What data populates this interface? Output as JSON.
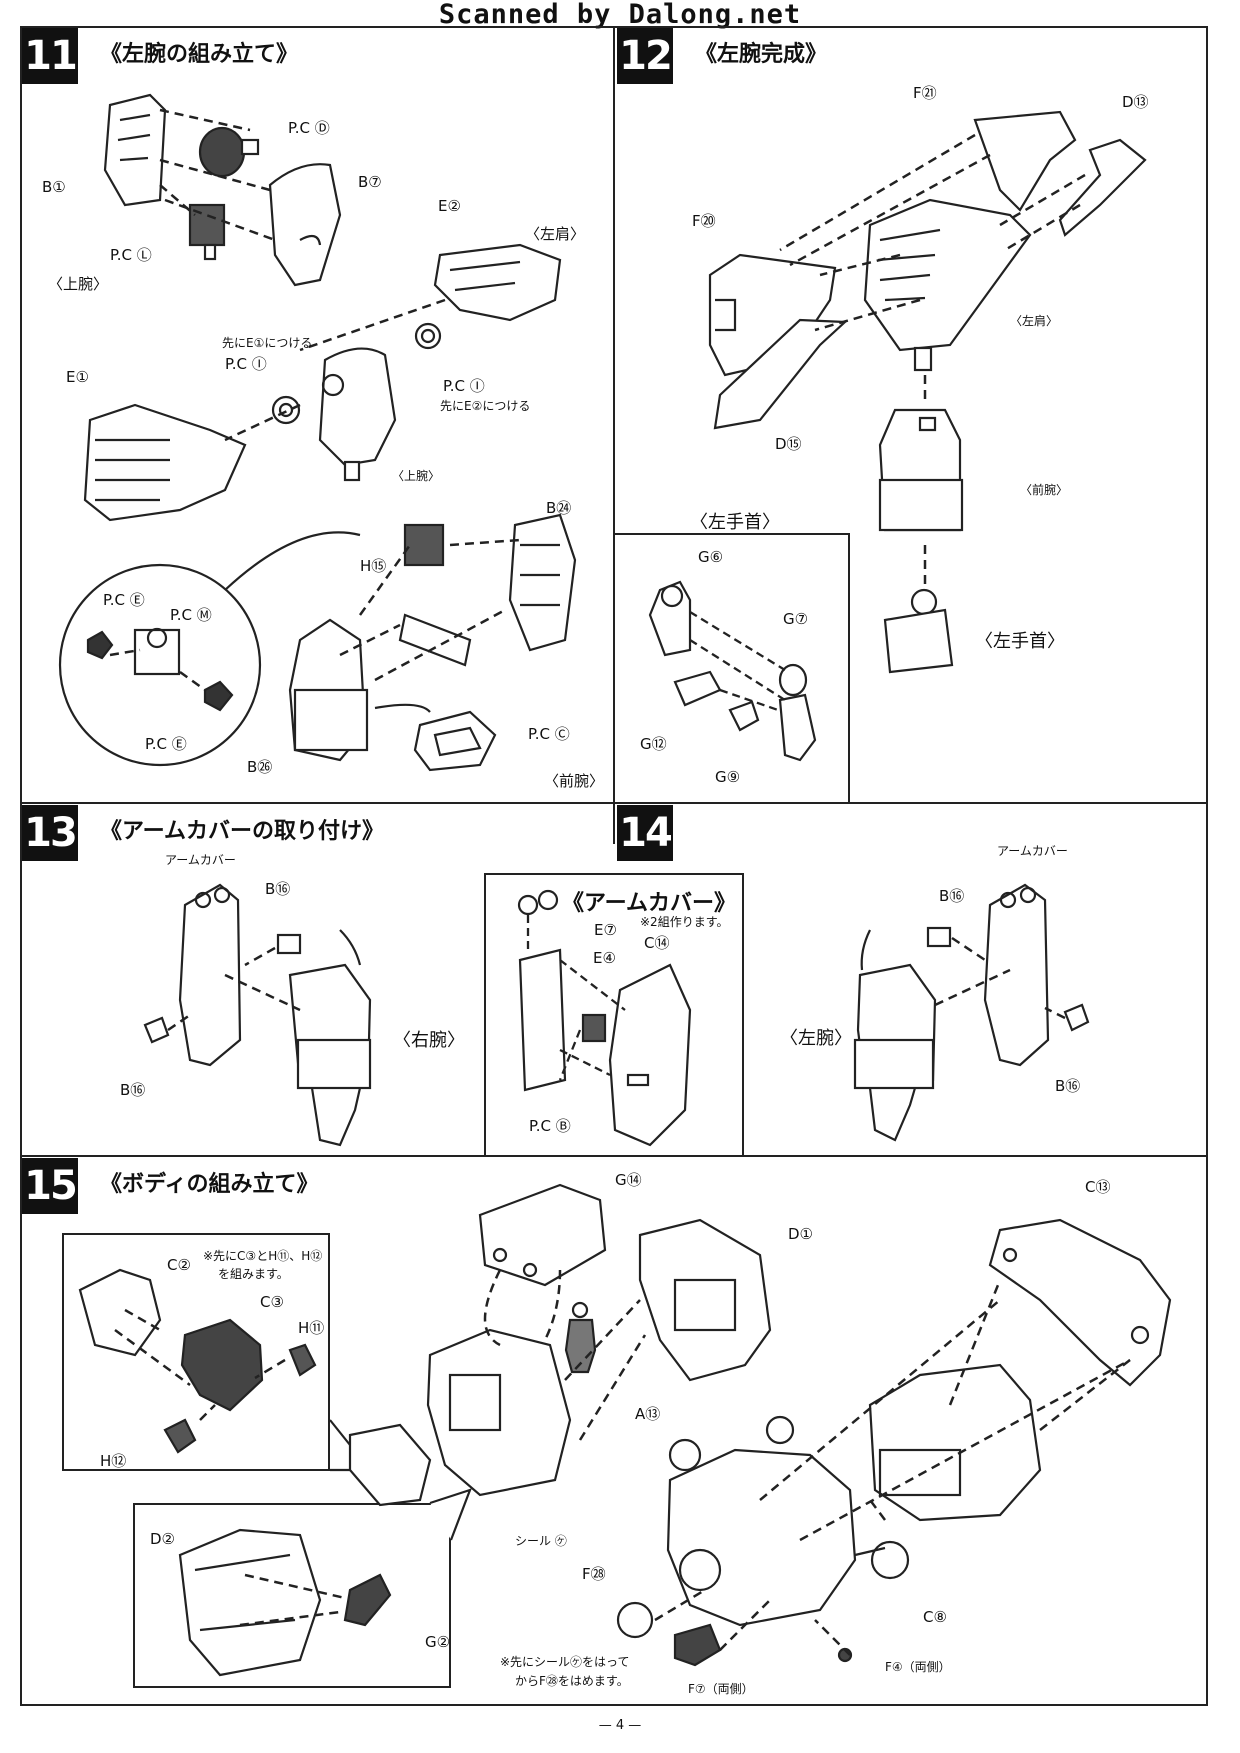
{
  "watermark": "Scanned by Dalong.net",
  "page_number": "— 4 —",
  "steps": {
    "s11": {
      "num": "11",
      "title": "《左腕の組み立て》",
      "labels": {
        "pcd": "P.C Ⓓ",
        "b1": "B①",
        "b7": "B⑦",
        "pcl": "P.C Ⓛ",
        "e2": "E②",
        "left_shoulder": "〈左肩〉",
        "upper_arm": "〈上腕〉",
        "note_e1": "先にE①につける",
        "pci_left": "P.C Ⓘ",
        "e1": "E①",
        "pci_right": "P.C Ⓘ",
        "note_e2": "先にE②につける",
        "upper_arm_small": "〈上腕〉",
        "b24": "B㉔",
        "h15": "H⑮",
        "pce_top": "P.C Ⓔ",
        "pcm": "P.C Ⓜ",
        "pce_bottom": "P.C Ⓔ",
        "pcc": "P.C Ⓒ",
        "b26": "B㉖",
        "forearm": "〈前腕〉"
      }
    },
    "s12": {
      "num": "12",
      "title": "《左腕完成》",
      "labels": {
        "f21": "F㉑",
        "d13": "D⑬",
        "f20": "F⑳",
        "left_shoulder_small": "〈左肩〉",
        "d15": "D⑮",
        "forearm_small": "〈前腕〉",
        "left_wrist": "〈左手首〉"
      }
    },
    "wrist": {
      "title": "〈左手首〉",
      "labels": {
        "g6": "G⑥",
        "g7": "G⑦",
        "g12": "G⑫",
        "g9": "G⑨"
      }
    },
    "s13": {
      "num": "13",
      "title": "《アームカバーの取り付け》",
      "labels": {
        "arm_cover": "アームカバー",
        "b16_top": "B⑯",
        "right_arm": "〈右腕〉",
        "b16_bottom": "B⑯"
      }
    },
    "armcover": {
      "title": "《アームカバー》",
      "note": "※2組作ります。",
      "labels": {
        "e7": "E⑦",
        "e4": "E④",
        "c14": "C⑭",
        "pcb": "P.C Ⓑ"
      }
    },
    "s14": {
      "num": "14",
      "labels": {
        "arm_cover": "アームカバー",
        "b16_top": "B⑯",
        "left_arm": "〈左腕〉",
        "b16_bottom": "B⑯"
      }
    },
    "s15": {
      "num": "15",
      "title": "《ボディの組み立て》",
      "labels": {
        "g14": "G⑭",
        "d1": "D①",
        "c13": "C⑬",
        "c2": "C②",
        "note_pre1": "※先にC③とH⑪、H⑫",
        "note_pre2": "を組みます。",
        "c3": "C③",
        "h11": "H⑪",
        "h12": "H⑫",
        "a13": "A⑬",
        "d2": "D②",
        "g2": "G②",
        "seal": "シール ㋘",
        "f28": "F㉘",
        "c8": "C⑧",
        "note_seal1": "※先にシール㋘をはって",
        "note_seal2": "からF㉘をはめます。",
        "f7": "F⑦（両側）",
        "f4": "F④（両側）"
      }
    }
  }
}
